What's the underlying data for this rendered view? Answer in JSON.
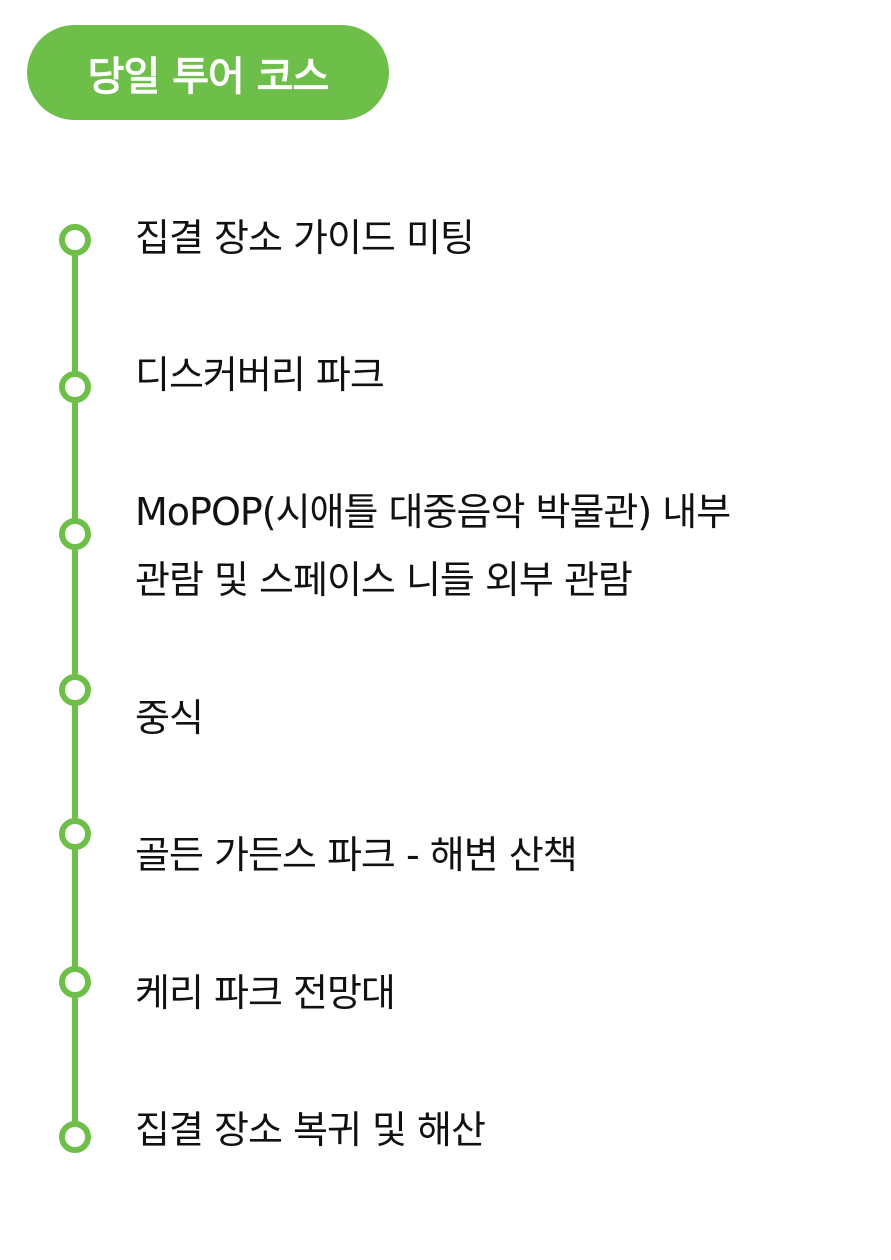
{
  "title": "당일 투어 코스",
  "accent_color": "#6dbf4a",
  "steps": [
    {
      "label": "집결 장소 가이드 미팅"
    },
    {
      "label": "디스커버리 파크"
    },
    {
      "label_line1": "MoPOP(시애틀 대중음악 박물관) 내부",
      "label_line2": "관람 및 스페이스 니들 외부 관람"
    },
    {
      "label": "중식"
    },
    {
      "label": "골든 가든스 파크 - 해변 산책"
    },
    {
      "label": "케리 파크 전망대"
    },
    {
      "label": "집결 장소 복귀 및 해산"
    }
  ]
}
